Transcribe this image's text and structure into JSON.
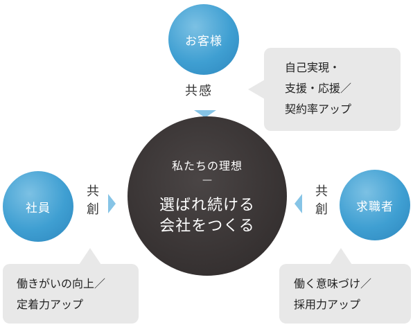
{
  "nodes": {
    "customer": "お客様",
    "employee": "社員",
    "job_seeker": "求職者"
  },
  "center": {
    "subtitle": "私たちの理想",
    "dash": "—",
    "main_lines": [
      "選ばれ続ける",
      "会社をつくる"
    ]
  },
  "relations": {
    "top": "共感",
    "left": [
      "共",
      "創"
    ],
    "right": [
      "共",
      "創"
    ]
  },
  "bubbles": {
    "customer": [
      "自己実現・",
      "支援・応援／",
      "契約率アップ"
    ],
    "employee": [
      "働きがいの向上／",
      "定着力アップ"
    ],
    "job_seeker": [
      "働く意味づけ／",
      "採用力アップ"
    ]
  },
  "colors": {
    "node_blue": "#3f9fd2",
    "center_dark": "#393434",
    "arrow_blue": "#86c4e6",
    "bubble_gray": "#e8e8e8"
  }
}
